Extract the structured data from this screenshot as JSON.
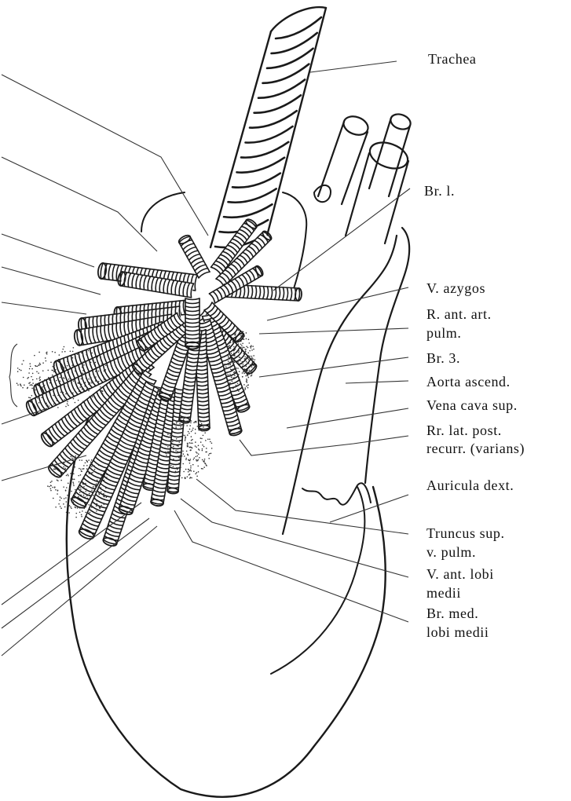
{
  "labels": {
    "trachea": "Trachea",
    "br_l": "Br. l.",
    "v_azygos": "V. azygos",
    "r_ant_art_1": "R. ant. art.",
    "r_ant_art_2": "pulm.",
    "br_3": "Br. 3.",
    "aorta_ascend": "Aorta ascend.",
    "vena_cava_sup": "Vena cava sup.",
    "rr_lat_1": "Rr. lat. post.",
    "rr_lat_2": "recurr. (varians)",
    "auricula_dext": "Auricula dext.",
    "truncus_1": "Truncus sup.",
    "truncus_2": "v. pulm.",
    "v_ant_lobi_1": "V. ant. lobi",
    "v_ant_lobi_2": "medii",
    "br_med_1": "Br. med.",
    "br_med_2": "lobi medii"
  }
}
